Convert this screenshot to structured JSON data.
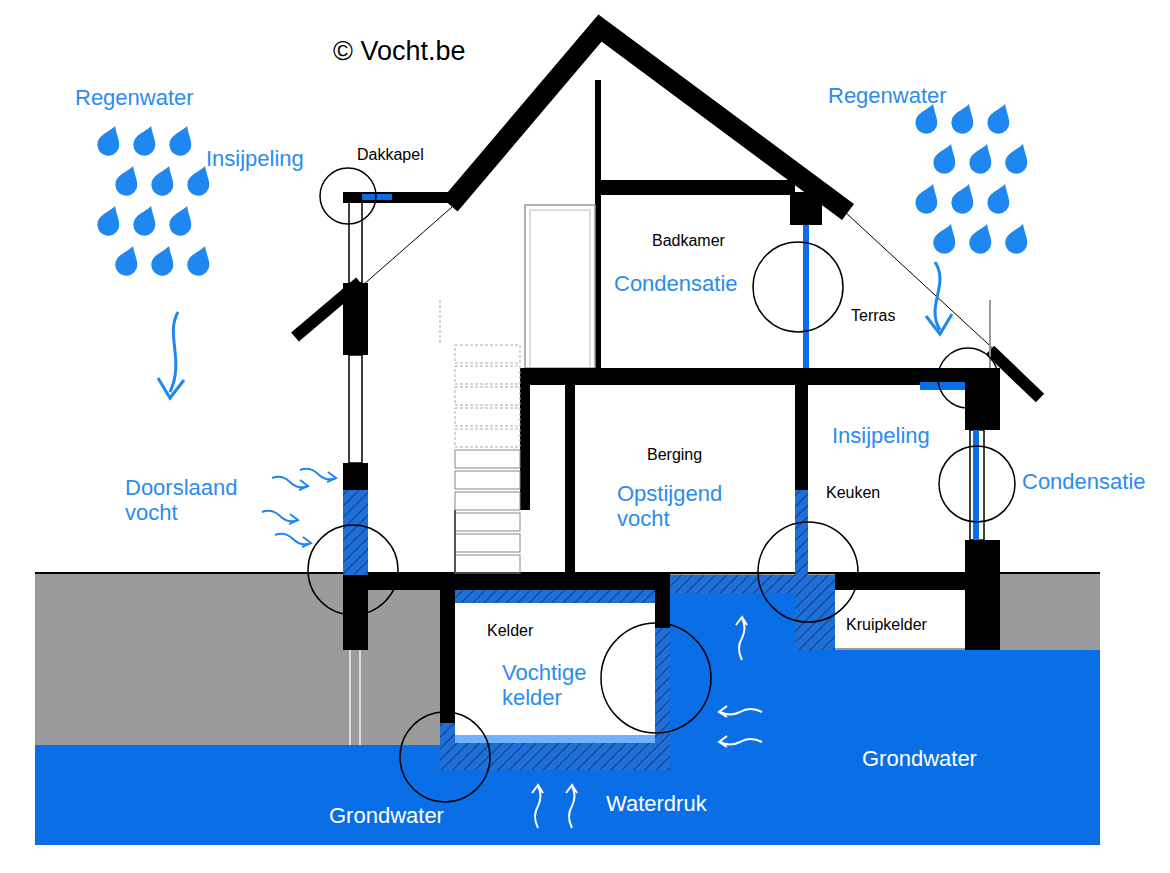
{
  "diagram": {
    "labels": [
      "© Vocht.be",
      "Regenwater",
      "Insijpeling",
      "Dakkapel",
      "Regenwater",
      "Badkamer",
      "Condensatie",
      "Terras",
      "Insijpeling",
      "Berging",
      "Keuken",
      "Condensatie",
      "Doorslaand vocht",
      "Opstijgend vocht",
      "Kelder",
      "Kruipkelder",
      "Vochtige kelder",
      "Grondwater",
      "Grondwater",
      "Waterdruk"
    ]
  }
}
